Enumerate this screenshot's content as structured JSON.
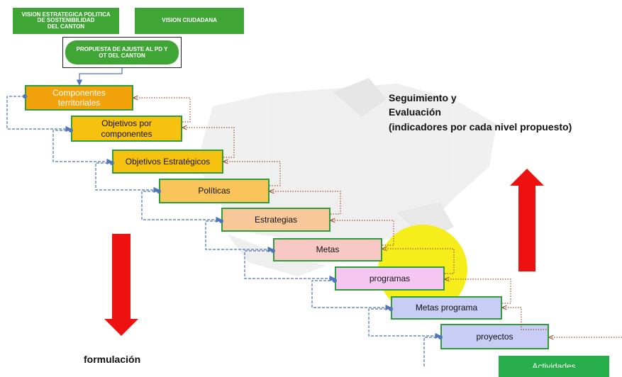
{
  "top": {
    "vision_politica": "VISION ESTRATEGICA POLITICA\nDE SOSTENIBILIDAD\nDEL CANTON",
    "vision_ciudadana": "VISION CIUDADANA",
    "propuesta": "PROPUESTA DE AJUSTE AL PD Y\nOT DEL CANTON"
  },
  "steps": [
    {
      "label": "Componentes\nterritoriales",
      "color": "#f2a30c",
      "text_color": "#ffffff"
    },
    {
      "label": "Objetivos por\ncomponentes",
      "color": "#f7c10f",
      "text_color": "#111111"
    },
    {
      "label": "Objetivos Estratégicos",
      "color": "#f7c10f",
      "text_color": "#111111"
    },
    {
      "label": "Políticas",
      "color": "#f9c45a",
      "text_color": "#111111"
    },
    {
      "label": "Estrategias",
      "color": "#f9c89a",
      "text_color": "#111111"
    },
    {
      "label": "Metas",
      "color": "#f8c9c4",
      "text_color": "#111111"
    },
    {
      "label": "programas",
      "color": "#f6c6f3",
      "text_color": "#111111"
    },
    {
      "label": "Metas programa",
      "color": "#c7cdf5",
      "text_color": "#111111"
    },
    {
      "label": "proyectos",
      "color": "#c7cdf5",
      "text_color": "#111111"
    }
  ],
  "bottom_box": {
    "label": "Actividades",
    "color": "#27ae4a"
  },
  "seguimiento": "Seguimiento y\nEvaluación\n(indicadores por cada nivel propuesto)",
  "formulacion": "formulación",
  "colors": {
    "green": "#3fa535",
    "arrow_red": "#ee1111",
    "blue_connector": "#4f76b8",
    "brown_connector": "#a0522d",
    "highlight_yellow": "#f5ee1a"
  }
}
